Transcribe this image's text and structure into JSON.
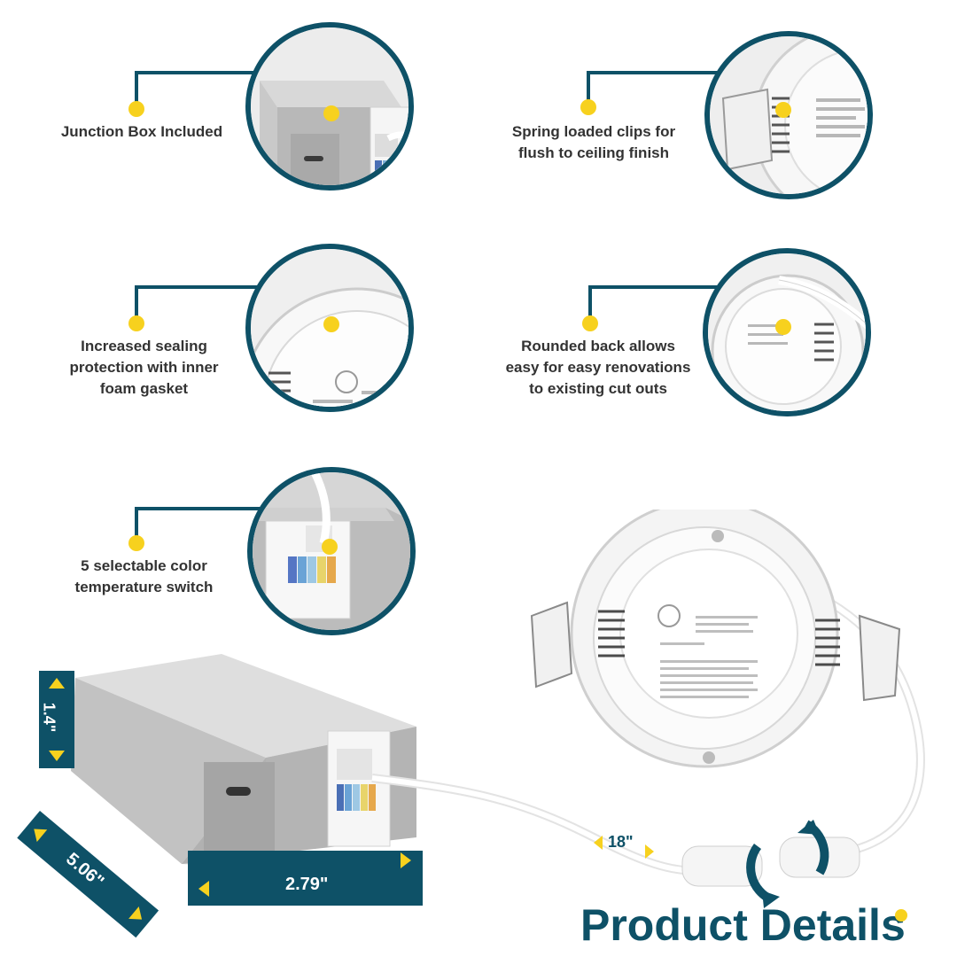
{
  "features": [
    {
      "id": "junction",
      "text_lines": [
        "Junction Box Included"
      ]
    },
    {
      "id": "spring",
      "text_lines": [
        "Spring loaded clips for",
        "flush to ceiling finish"
      ]
    },
    {
      "id": "sealing",
      "text_lines": [
        "Increased sealing",
        "protection with inner",
        "foam gasket"
      ]
    },
    {
      "id": "rounded",
      "text_lines": [
        "Rounded back allows",
        "easy for easy renovations",
        "to existing cut outs"
      ]
    },
    {
      "id": "color",
      "text_lines": [
        "5 selectable color",
        "temperature switch"
      ]
    }
  ],
  "dimensions": {
    "height": "1.4\"",
    "depth": "5.06\"",
    "width": "2.79\"",
    "cable": "18\""
  },
  "title": "Product Details",
  "colors": {
    "brand_blue": "#0e5167",
    "accent_yellow": "#f7d11e",
    "text_dark": "#333333"
  }
}
